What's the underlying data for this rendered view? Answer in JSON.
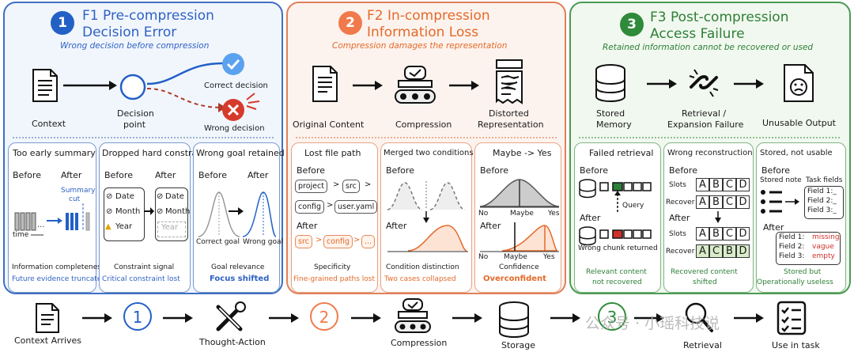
{
  "panels": {
    "f1": {
      "number": "1",
      "title_line1": "F1 Pre-compression",
      "title_line2": "Decision Error",
      "subtitle": "Wrong decision before compression",
      "context_label": "Context",
      "decision_point_line1": "Decision",
      "decision_point_line2": "point",
      "correct_decision": "Correct decision",
      "wrong_decision": "Wrong decision",
      "cases": [
        {
          "title": "Too early summary",
          "before": "Before",
          "after": "After",
          "annotation_line1": "Summary",
          "annotation_line2": "cut",
          "axis_label": "time",
          "metric": "Information completeness",
          "result": "Future evidence truncated"
        },
        {
          "title": "Dropped hard constraint",
          "before": "Before",
          "after": "After",
          "items_before": [
            "Date",
            "Month",
            "Year"
          ],
          "items_after": [
            "Date",
            "Month",
            "Year"
          ],
          "metric": "Constraint signal",
          "result": "Critical constraint lost"
        },
        {
          "title": "Wrong goal retained",
          "before": "Before",
          "after": "After",
          "left_label": "Correct goal",
          "right_label": "Wrong goal",
          "metric": "Goal relevance",
          "result": "Focus shifted"
        }
      ]
    },
    "f2": {
      "number": "2",
      "title_line1": "F2 In-compression",
      "title_line2": "Information Loss",
      "subtitle": "Compression damages the representation",
      "original_label": "Original Content",
      "compression_label": "Compression",
      "distorted_line1": "Distorted",
      "distorted_line2": "Representation",
      "cases": [
        {
          "title": "Lost file path",
          "before": "Before",
          "after": "After",
          "path_before": [
            "project",
            "src",
            "config",
            "user.yaml"
          ],
          "path_after": [
            "src",
            "config",
            "..."
          ],
          "metric": "Specificity",
          "result": "Fine-grained paths lost"
        },
        {
          "title": "Merged two conditions",
          "before": "Before",
          "after": "After",
          "metric": "Condition distinction",
          "result": "Two cases collapsed"
        },
        {
          "title": "Maybe -> Yes",
          "before": "Before",
          "after": "After",
          "ticks": [
            "No",
            "Maybe",
            "Yes"
          ],
          "metric": "Confidence",
          "result": "Overconfident"
        }
      ]
    },
    "f3": {
      "number": "3",
      "title_line1": "F3 Post-compression",
      "title_line2": "Access Failure",
      "subtitle": "Retained information cannot be recovered or used",
      "stored_line1": "Stored",
      "stored_line2": "Memory",
      "retrieval_line1": "Retrieval /",
      "retrieval_line2": "Expansion Failure",
      "unusable_label": "Unusable Output",
      "cases": [
        {
          "title": "Failed retrieval",
          "before": "Before",
          "after": "After",
          "query_label": "Query",
          "after_label": "Wrong chunk returned",
          "result_line1": "Relevant content",
          "result_line2": "not recovered"
        },
        {
          "title": "Wrong reconstruction",
          "before": "Before",
          "after": "After",
          "slots_label": "Slots",
          "recover_label": "Recover",
          "letters_before": [
            "A",
            "B",
            "C",
            "D"
          ],
          "letters_after": [
            "A",
            "C",
            "B",
            "D"
          ],
          "result_line1": "Recovered content",
          "result_line2": "shifted"
        },
        {
          "title": "Stored, not usable",
          "before": "Before",
          "after": "After",
          "stored_note": "Stored note",
          "task_fields": "Task fields",
          "fields_before": [
            "Field 1:_",
            "Field 2:_",
            "Field 3:_"
          ],
          "fields_after": [
            {
              "label": "Field 1:",
              "value": "missing"
            },
            {
              "label": "Field 2:",
              "value": "vague"
            },
            {
              "label": "Field 3:",
              "value": "empty"
            }
          ],
          "result_line1": "Stored but",
          "result_line2": "Operationally useless"
        }
      ]
    }
  },
  "pipeline": {
    "steps": [
      {
        "label": "Context Arrives"
      },
      {
        "label": "1"
      },
      {
        "label": "Thought-Action"
      },
      {
        "label": "2"
      },
      {
        "label": "Compression"
      },
      {
        "label": "Storage"
      },
      {
        "label": "3"
      },
      {
        "label": "Retrieval"
      },
      {
        "label": "Use in task"
      }
    ],
    "watermark": "公众号 · 小瑶科技说"
  },
  "colors": {
    "blue": "#2f61c4",
    "orange": "#e36a2a",
    "green": "#2e7f37",
    "red": "#d0302a"
  }
}
